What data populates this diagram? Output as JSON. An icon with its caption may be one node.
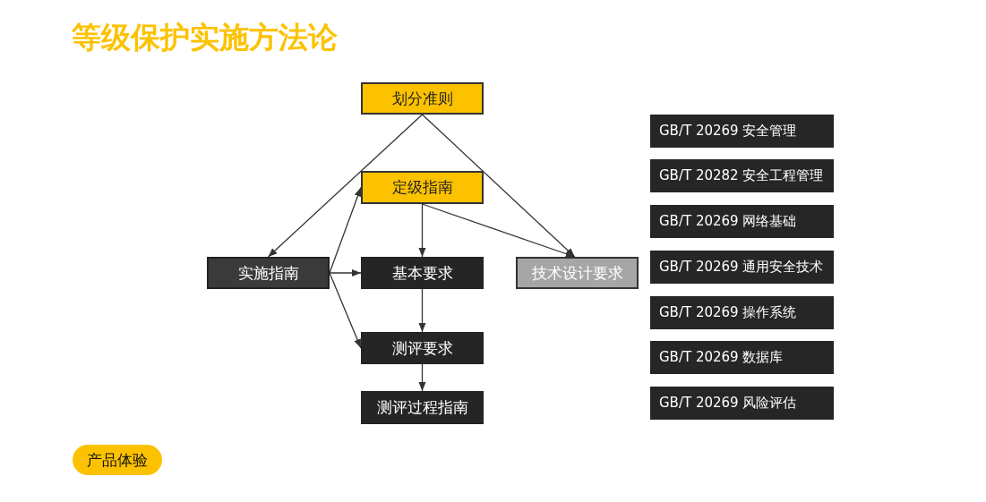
{
  "diagram": {
    "title": "等级保护实施方法论",
    "nodes": [
      {
        "text": [
          "划分准则"
        ]
      },
      {
        "text": [
          "定级指南"
        ]
      },
      {
        "text": [
          "实施指南"
        ]
      },
      {
        "text": [
          "基本要求"
        ]
      },
      {
        "text": [
          "技术设计要求"
        ]
      },
      {
        "text": [
          "测评要求"
        ]
      },
      {
        "text": [
          "测评过程指南"
        ]
      },
      {
        "text": [
          "GB/T 20269 安全管理"
        ]
      },
      {
        "text": [
          "GB/T 20282 安全工程管理"
        ]
      },
      {
        "text": [
          "GB/T 20269 网络基础"
        ]
      },
      {
        "text": [
          "GB/T 20269 通用安全技术"
        ]
      },
      {
        "text": [
          "GB/T 20269 操作系统"
        ]
      },
      {
        "text": [
          "GB/T 20269 数据库"
        ]
      },
      {
        "text": [
          "GB/T 20269 风险评估"
        ]
      },
      {
        "text": [
          "产品体验"
        ]
      }
    ],
    "edges": [
      {
        "from": 0,
        "to": 2,
        "arrow": "to"
      },
      {
        "from": 0,
        "to": 4,
        "arrow": "to"
      },
      {
        "from": 1,
        "to": 3,
        "arrow": "to"
      },
      {
        "from": 1,
        "to": 4,
        "arrow": "to"
      },
      {
        "from": 2,
        "to": 1,
        "arrow": "to"
      },
      {
        "from": 2,
        "to": 3,
        "arrow": "to"
      },
      {
        "from": 2,
        "to": 5,
        "arrow": "to"
      },
      {
        "from": 3,
        "to": 5,
        "arrow": "to"
      },
      {
        "from": 5,
        "to": 6,
        "arrow": "to"
      }
    ]
  }
}
